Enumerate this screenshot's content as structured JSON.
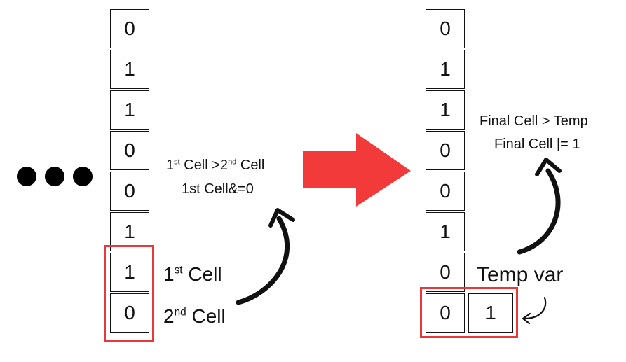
{
  "left_stack": {
    "cells": [
      "0",
      "1",
      "1",
      "0",
      "0",
      "1",
      "1",
      "0"
    ]
  },
  "left_labels": {
    "cell1_prefix": "1",
    "cell1_sup": "st",
    "cell1_suffix": " Cell",
    "cell2_prefix": "2",
    "cell2_sup": "nd",
    "cell2_suffix": " Cell"
  },
  "condition": {
    "line1_a": "1",
    "line1_a_sup": "st",
    "line1_b": " Cell >2",
    "line1_b_sup": "nd",
    "line1_c": " Cell",
    "line2": "1st Cell&=0"
  },
  "right_stack": {
    "cells": [
      "0",
      "1",
      "1",
      "0",
      "0",
      "1",
      "0",
      "0"
    ],
    "temp_value": "1"
  },
  "right_text": {
    "temp_label": "Temp var",
    "final_line1": "Final Cell > Temp",
    "final_line2": "Final Cell |= 1"
  },
  "colors": {
    "highlight": "#e8383b",
    "arrow": "#f23a3a",
    "ink": "#111111"
  }
}
